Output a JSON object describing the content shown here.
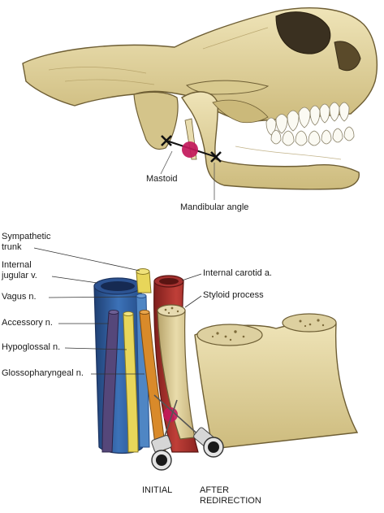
{
  "labels": {
    "mastoid": "Mastoid",
    "mandibular_angle": "Mandibular angle",
    "sympathetic_trunk_1": "Sympathetic",
    "sympathetic_trunk_2": "trunk",
    "internal_jugular_1": "Internal",
    "internal_jugular_2": "jugular v.",
    "vagus": "Vagus n.",
    "accessory": "Accessory n.",
    "hypoglossal": "Hypoglossal n.",
    "glossopharyngeal": "Glossopharyngeal n.",
    "internal_carotid": "Internal carotid a.",
    "styloid": "Styloid process",
    "initial": "INITIAL",
    "after_1": "AFTER",
    "after_2": "REDIRECTION"
  },
  "colors": {
    "bone": "#e6d9a6",
    "bone_shadow": "#b8a56a",
    "jugular": "#2f5d9c",
    "carotid": "#a3322e",
    "nerve_yellow": "#e8d65a",
    "nerve_orange": "#d98a2a",
    "nerve_purple": "#55477a",
    "target_magenta": "#c2185b"
  }
}
